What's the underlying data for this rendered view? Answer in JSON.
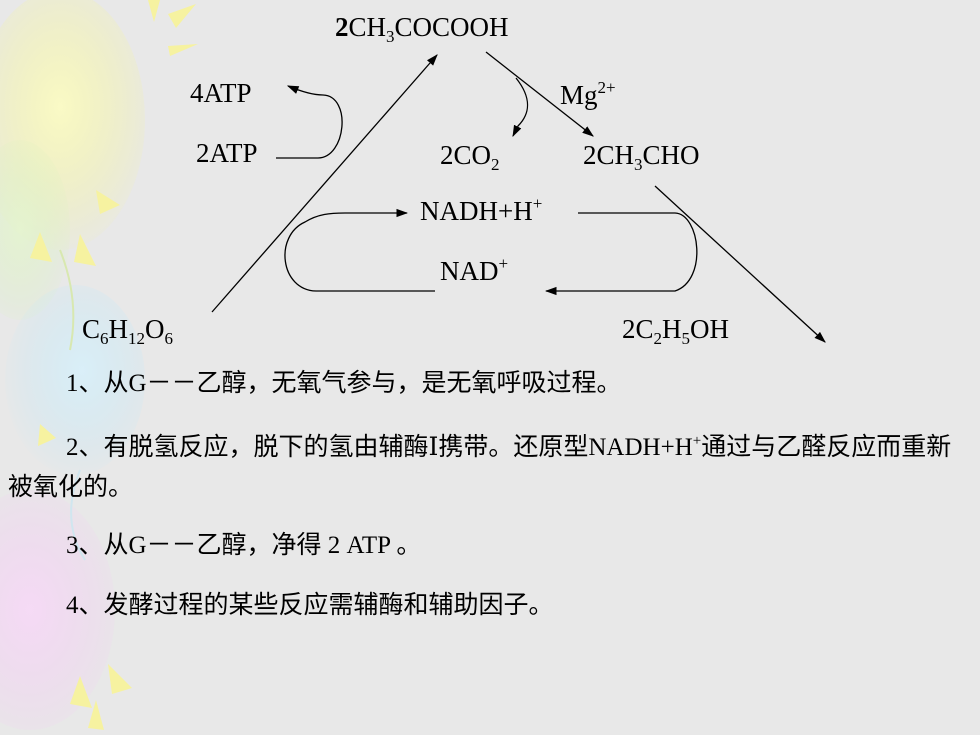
{
  "diagram": {
    "pyruvate": {
      "coef": "2",
      "p1": "CH",
      "s1": "3",
      "p2": "COCOOH"
    },
    "atp4": "4ATP",
    "atp2": "2ATP",
    "mg": {
      "base": "Mg",
      "sup": "2+"
    },
    "co2": {
      "base": "2CO",
      "sub": "2"
    },
    "acetaldehyde": {
      "p1": "2CH",
      "s1": "3",
      "p2": "CHO"
    },
    "nadh": {
      "base": "NADH+H",
      "sup": "+"
    },
    "nad": {
      "base": "NAD",
      "sup": "+"
    },
    "glucose": {
      "c": "C",
      "cs": "6",
      "h": "H",
      "hs": "12",
      "o": "O",
      "os": "6"
    },
    "ethanol": {
      "p1": "2C",
      "s1": "2",
      "p2": "H",
      "s2": "5",
      "p3": "OH"
    }
  },
  "notes": {
    "n1": "1、从G－－乙醇，无氧气参与，是无氧呼吸过程。",
    "n2_a": "2、有脱氢反应，脱下的氢由辅酶Ⅰ携带。还原型NADH+H",
    "n2_sup": "+",
    "n2_b": "通过与乙醛反应而重新被氧化的。",
    "n3": "3、从G－－乙醇，净得 2 ATP 。",
    "n4": "4、发酵过程的某些反应需辅酶和辅助因子。"
  },
  "colors": {
    "background": "#e8e8e8",
    "decor_yellow": "#f4f48c",
    "decor_blue": "#bfe6f6",
    "decor_pink": "#f2c8f2",
    "decor_green": "#d6f2b8",
    "ink": "#000000"
  },
  "icons": [
    "balloon-decoration",
    "sparkle-ray-decoration"
  ]
}
